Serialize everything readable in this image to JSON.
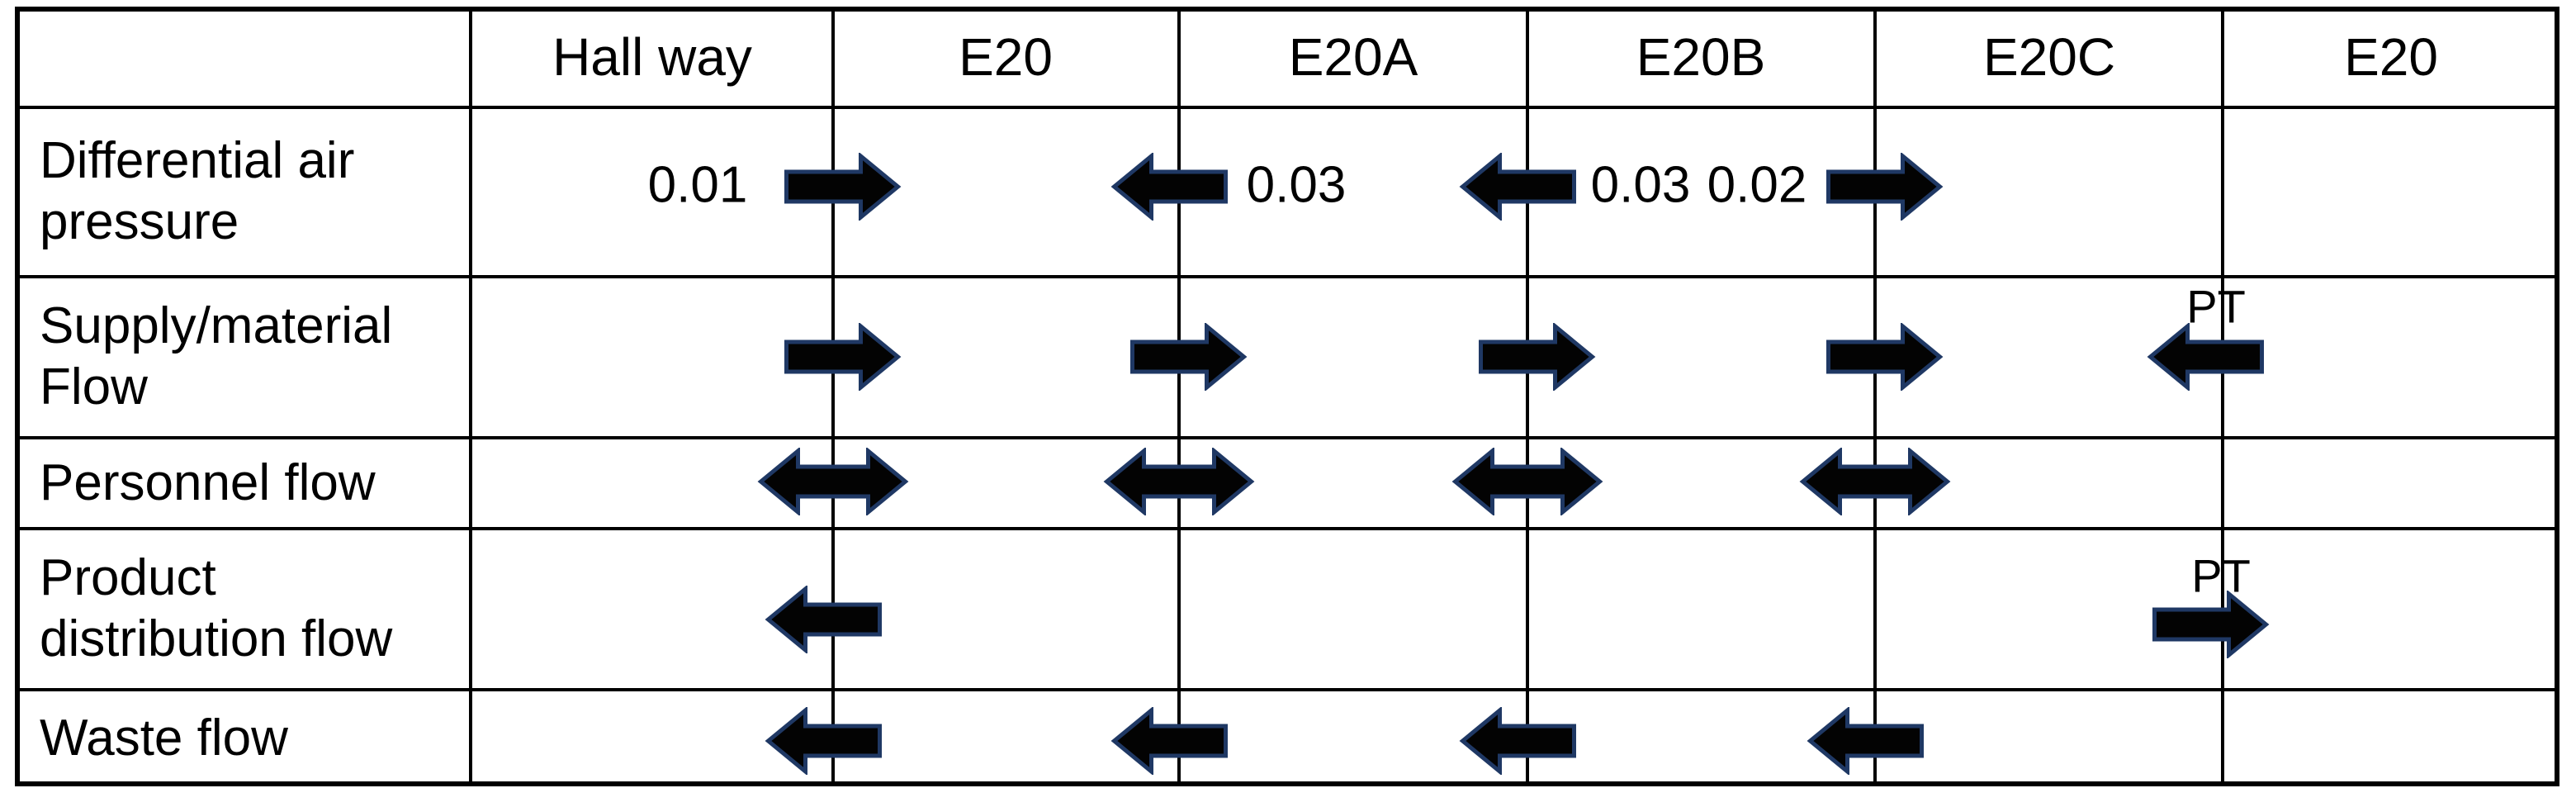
{
  "header": {
    "columns": [
      "",
      "Hall way",
      "E20",
      "E20A",
      "E20B",
      "E20C",
      "E20"
    ]
  },
  "rows": {
    "pressure": {
      "label": "Differential air pressure"
    },
    "supply": {
      "label": "Supply/material Flow"
    },
    "personnel": {
      "label": "Personnel flow"
    },
    "product": {
      "label": "Product distribution flow"
    },
    "waste": {
      "label": "Waste flow"
    }
  },
  "values": {
    "pressure_b1": "0.01",
    "pressure_b2": "0.03",
    "pressure_b3": "0.03",
    "pressure_b4": "0.02",
    "pt_supply": "PT",
    "pt_product": "PT"
  },
  "flows": {
    "differential_air_pressure": [
      {
        "boundary": "Hall way/E20",
        "direction": "right",
        "value": "0.01"
      },
      {
        "boundary": "E20/E20A",
        "direction": "left",
        "value": "0.03"
      },
      {
        "boundary": "E20A/E20B",
        "direction": "left",
        "value": "0.03"
      },
      {
        "boundary": "E20B/E20C",
        "direction": "right",
        "value": "0.02"
      }
    ],
    "supply_material_flow": [
      {
        "boundary": "Hall way/E20",
        "direction": "right"
      },
      {
        "boundary": "E20/E20A",
        "direction": "right"
      },
      {
        "boundary": "E20A/E20B",
        "direction": "right"
      },
      {
        "boundary": "E20B/E20C",
        "direction": "right"
      },
      {
        "boundary": "E20C/E20",
        "direction": "left",
        "note": "PT"
      }
    ],
    "personnel_flow": [
      {
        "boundary": "Hall way/E20",
        "direction": "both"
      },
      {
        "boundary": "E20/E20A",
        "direction": "both"
      },
      {
        "boundary": "E20A/E20B",
        "direction": "both"
      },
      {
        "boundary": "E20B/E20C",
        "direction": "both"
      }
    ],
    "product_distribution_flow": [
      {
        "boundary": "Hall way/E20",
        "direction": "left"
      },
      {
        "boundary": "E20C/E20",
        "direction": "right",
        "note": "PT"
      }
    ],
    "waste_flow": [
      {
        "boundary": "Hall way/E20",
        "direction": "left"
      },
      {
        "boundary": "E20/E20A",
        "direction": "left"
      },
      {
        "boundary": "E20A/E20B",
        "direction": "left"
      },
      {
        "boundary": "E20B/E20C",
        "direction": "left"
      }
    ]
  },
  "colors": {
    "arrow_fill": "#030303",
    "arrow_outline": "#1f3864",
    "grid_line": "#000000",
    "background": "#ffffff"
  }
}
